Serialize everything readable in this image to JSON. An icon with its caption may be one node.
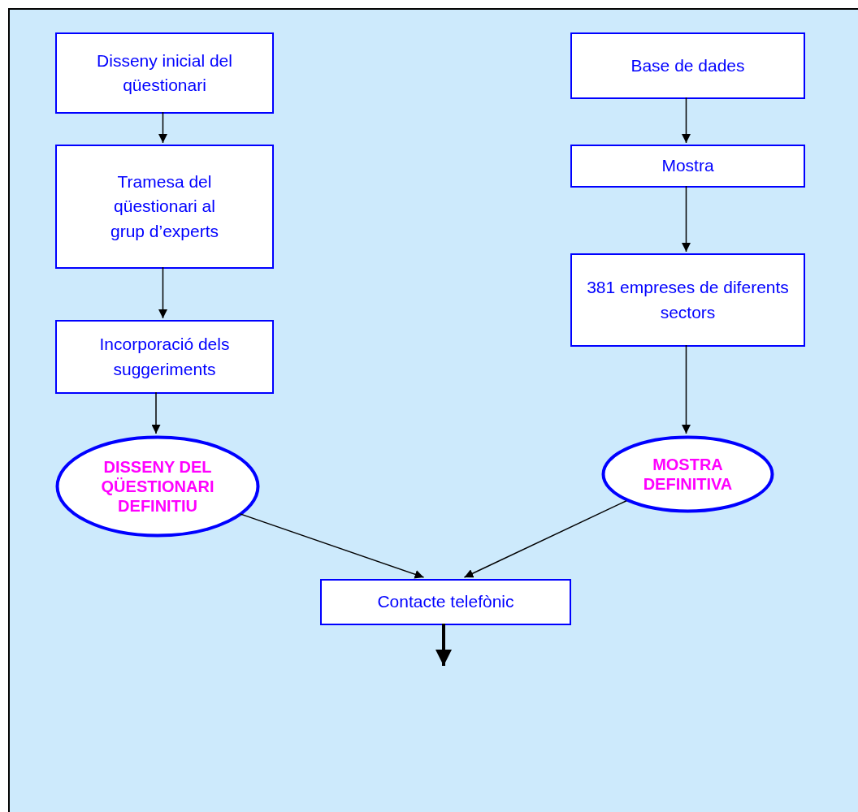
{
  "diagram": {
    "nodes": [
      {
        "text": [
          "Disseny inicial  del qüestionari"
        ]
      },
      {
        "text": [
          "Tramesa  del qüestionari al grup d’experts"
        ]
      },
      {
        "text": [
          "Incorporació dels suggeriments"
        ]
      },
      {
        "text": [
          "DISSENY DEL QÜESTIONARI DEFINITIU"
        ]
      },
      {
        "text": [
          "Base de dades"
        ]
      },
      {
        "text": [
          "Mostra"
        ]
      },
      {
        "text": [
          "381 empreses de diferents sectors"
        ]
      },
      {
        "text": [
          "MOSTRA DEFINITIVA"
        ]
      },
      {
        "text": [
          "Contacte telefònic"
        ]
      }
    ],
    "edges": [
      {
        "from": 0,
        "to": 1,
        "arrow": "to"
      },
      {
        "from": 1,
        "to": 2,
        "arrow": "to"
      },
      {
        "from": 2,
        "to": 3,
        "arrow": "to"
      },
      {
        "from": 4,
        "to": 5,
        "arrow": "to"
      },
      {
        "from": 5,
        "to": 6,
        "arrow": "to"
      },
      {
        "from": 6,
        "to": 7,
        "arrow": "to"
      },
      {
        "from": 3,
        "to": 8,
        "arrow": "to"
      },
      {
        "from": 7,
        "to": 8,
        "arrow": "to"
      },
      {
        "from": 8,
        "to": null,
        "arrow": "to",
        "style": "thick"
      }
    ]
  }
}
